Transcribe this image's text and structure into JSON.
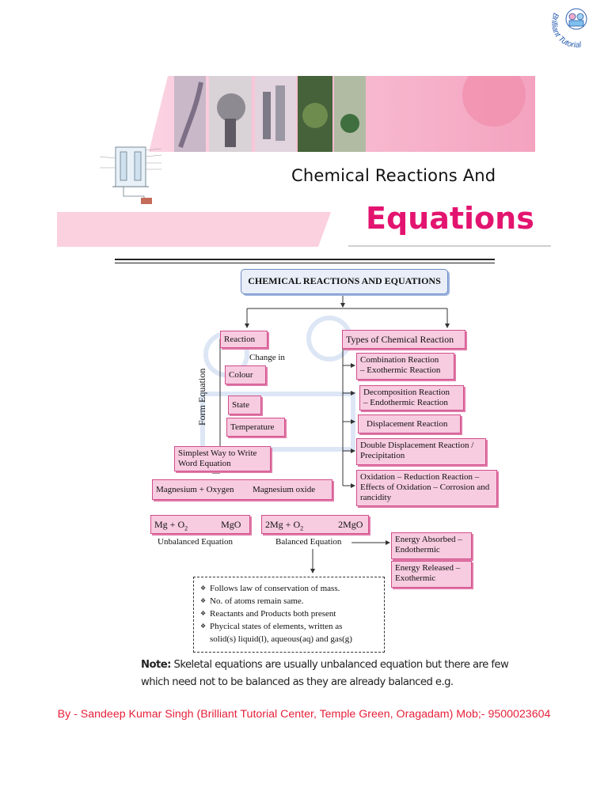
{
  "logo": {
    "text": "Brilliant Tutorial"
  },
  "header": {
    "title": "Chemical Reactions And",
    "subtitle": "Equations"
  },
  "map": {
    "main": "CHEMICAL REACTIONS AND EQUATIONS",
    "reaction": "Reaction",
    "change_in": "Change in",
    "form_equation": "Form Equation",
    "changes": [
      "Colour",
      "State",
      "Temperature"
    ],
    "simplest_line1": "Simplest Way to Write",
    "simplest_line2": "Word Equation",
    "word_eq_left": "Magnesium + Oxygen",
    "word_eq_right": "Magnesium oxide",
    "types_title": "Types of Chemical Reaction",
    "types": [
      {
        "l1": "Combination Reaction",
        "l2": "– Exothermic Reaction"
      },
      {
        "l1": "Decomposition Reaction",
        "l2": "– Endothermic Reaction"
      },
      {
        "l1": "Displacement Reaction",
        "l2": ""
      },
      {
        "l1": "Double Displacement Reaction /",
        "l2": "Precipitation"
      },
      {
        "l1": "Oxidation – Reduction Reaction –",
        "l2": "Effects of Oxidation – Corrosion and",
        "l3": "rancidity"
      }
    ],
    "unbalanced_eq_left": "Mg + O",
    "unbalanced_eq_sub": "2",
    "unbalanced_eq_right": "MgO",
    "unbalanced_label": "Unbalanced Equation",
    "balanced_eq_left": "2Mg + O",
    "balanced_eq_sub": "2",
    "balanced_eq_right": "2MgO",
    "balanced_label": "Balanced Equation",
    "energy_absorbed_l1": "Energy Absorbed –",
    "energy_absorbed_l2": "Endothermic",
    "energy_released_l1": "Energy Released –",
    "energy_released_l2": "Exothermic",
    "summary": [
      "Follows law of conservation of mass.",
      "No. of atoms remain same.",
      "Reactants and Products both present",
      "Phycical states of elements, written as",
      "solid(s) liquid(l), aqueous(aq) and gas(g)"
    ]
  },
  "note": {
    "label": "Note:",
    "text": "Skeletal equations are usually unbalanced equation but there are few which need not to be balanced as they are already balanced e.g."
  },
  "footer": "By - Sandeep Kumar Singh (Brilliant Tutorial Center, Temple Green, Oragadam) Mob;- 9500023604",
  "colors": {
    "accent": "#e3146f",
    "box_fill": "#f7cbe0",
    "footer": "#e6203a"
  }
}
